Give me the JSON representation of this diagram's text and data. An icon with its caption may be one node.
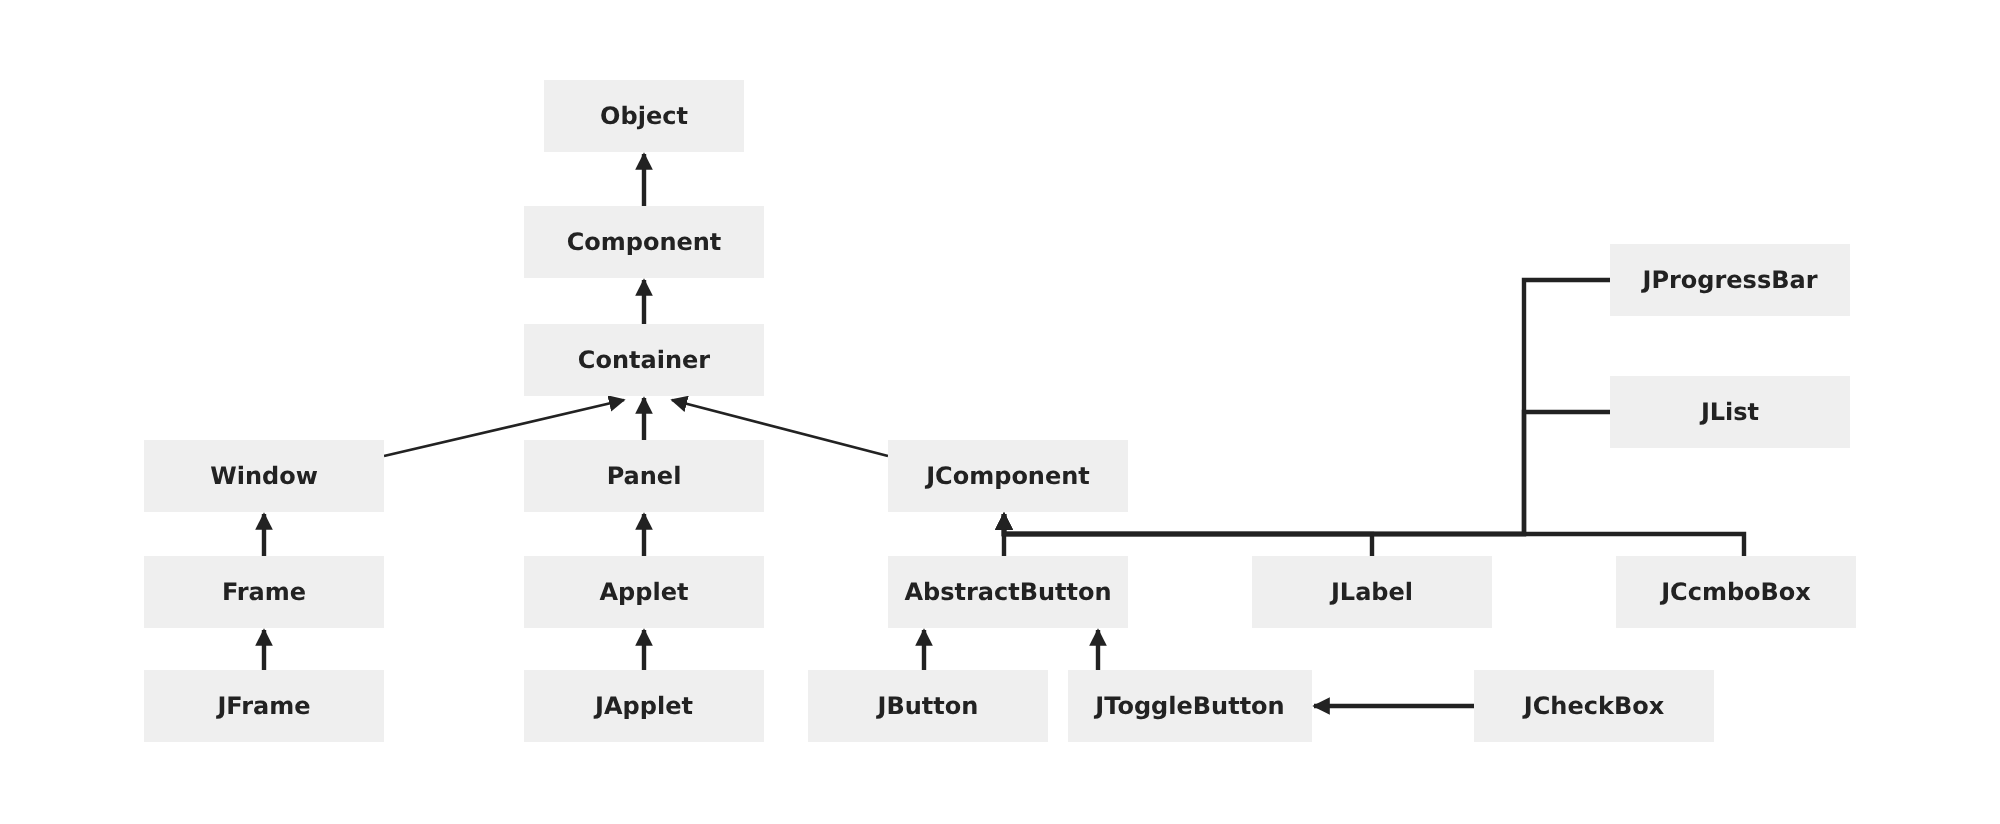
{
  "diagram": {
    "nodes": [
      {
        "text": [
          "Object"
        ]
      },
      {
        "text": [
          "Component"
        ]
      },
      {
        "text": [
          "Container"
        ]
      },
      {
        "text": [
          "JProgressBar"
        ]
      },
      {
        "text": [
          "JList"
        ]
      },
      {
        "text": [
          "Window"
        ]
      },
      {
        "text": [
          "Panel"
        ]
      },
      {
        "text": [
          "JComponent"
        ]
      },
      {
        "text": [
          "Frame"
        ]
      },
      {
        "text": [
          "Applet"
        ]
      },
      {
        "text": [
          "AbstractButton"
        ]
      },
      {
        "text": [
          "JLabel"
        ]
      },
      {
        "text": [
          "JCcmboBox"
        ]
      },
      {
        "text": [
          "JFrame"
        ]
      },
      {
        "text": [
          "JApplet"
        ]
      },
      {
        "text": [
          "JButton"
        ]
      },
      {
        "text": [
          "JToggleButton"
        ]
      },
      {
        "text": [
          "JCheckBox"
        ]
      }
    ],
    "edges": [
      {
        "from": 1,
        "to": 0,
        "arrow": "to"
      },
      {
        "from": 2,
        "to": 1,
        "arrow": "to"
      },
      {
        "from": 5,
        "to": 2,
        "arrow": "to"
      },
      {
        "from": 6,
        "to": 2,
        "arrow": "to"
      },
      {
        "from": 7,
        "to": 2,
        "arrow": "to"
      },
      {
        "from": 8,
        "to": 5,
        "arrow": "to"
      },
      {
        "from": 13,
        "to": 8,
        "arrow": "to"
      },
      {
        "from": 9,
        "to": 6,
        "arrow": "to"
      },
      {
        "from": 14,
        "to": 9,
        "arrow": "to"
      },
      {
        "from": 10,
        "to": 7,
        "arrow": "to"
      },
      {
        "from": 11,
        "to": 7,
        "arrow": "to"
      },
      {
        "from": 12,
        "to": 7,
        "arrow": "to"
      },
      {
        "from": 3,
        "to": 7,
        "arrow": "to"
      },
      {
        "from": 4,
        "to": 7,
        "arrow": "to"
      },
      {
        "from": 15,
        "to": 10,
        "arrow": "to"
      },
      {
        "from": 16,
        "to": 10,
        "arrow": "to"
      },
      {
        "from": 17,
        "to": 16,
        "arrow": "to"
      }
    ]
  }
}
